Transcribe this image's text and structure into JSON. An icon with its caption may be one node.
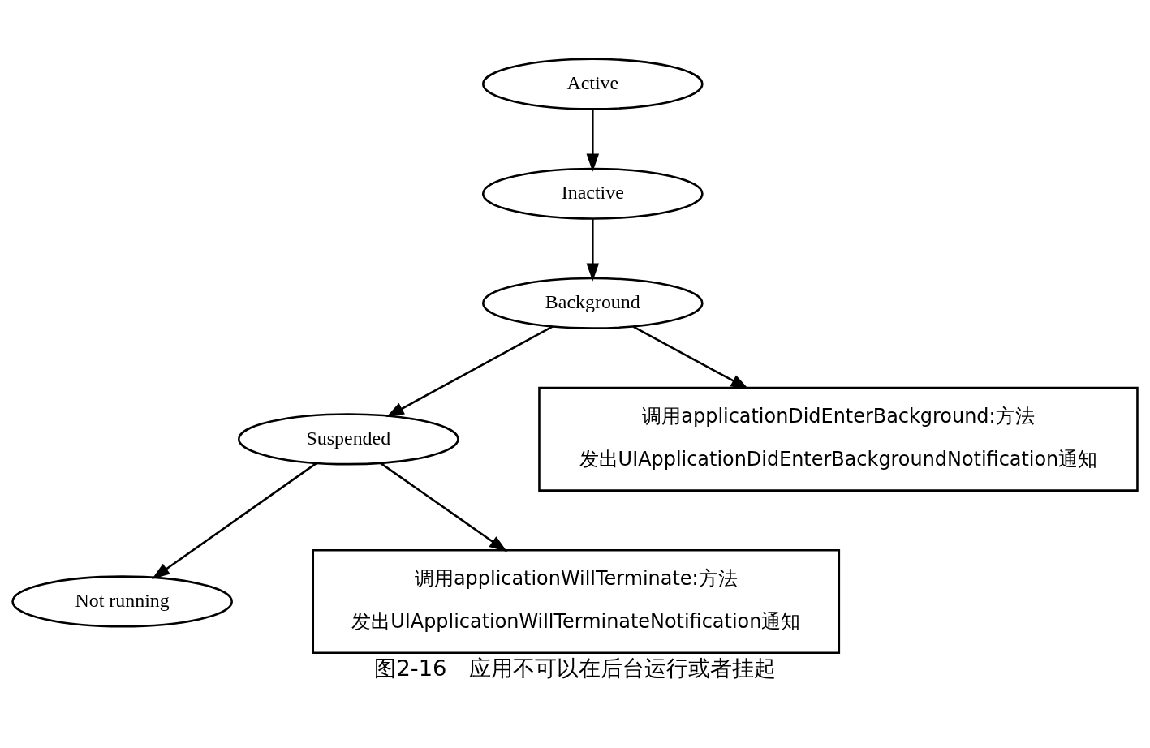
{
  "diagram": {
    "caption": "图2-16　应用不可以在后台运行或者挂起",
    "nodes": [
      {
        "text": [
          "Active"
        ]
      },
      {
        "text": [
          "Inactive"
        ]
      },
      {
        "text": [
          "Background"
        ]
      },
      {
        "text": [
          "Suspended"
        ]
      },
      {
        "text": [
          "Not running"
        ]
      },
      {
        "text": [
          "调用applicationDidEnterBackground:方法",
          "发出UIApplicationDidEnterBackgroundNotification通知"
        ]
      },
      {
        "text": [
          "调用applicationWillTerminate:方法",
          "发出UIApplicationWillTerminateNotification通知"
        ]
      }
    ],
    "edges": [
      {
        "from": 0,
        "to": 1,
        "arrow": "to"
      },
      {
        "from": 1,
        "to": 2,
        "arrow": "to"
      },
      {
        "from": 2,
        "to": 3,
        "arrow": "to"
      },
      {
        "from": 2,
        "to": 5,
        "arrow": "to"
      },
      {
        "from": 3,
        "to": 4,
        "arrow": "to"
      },
      {
        "from": 3,
        "to": 6,
        "arrow": "to"
      }
    ]
  }
}
